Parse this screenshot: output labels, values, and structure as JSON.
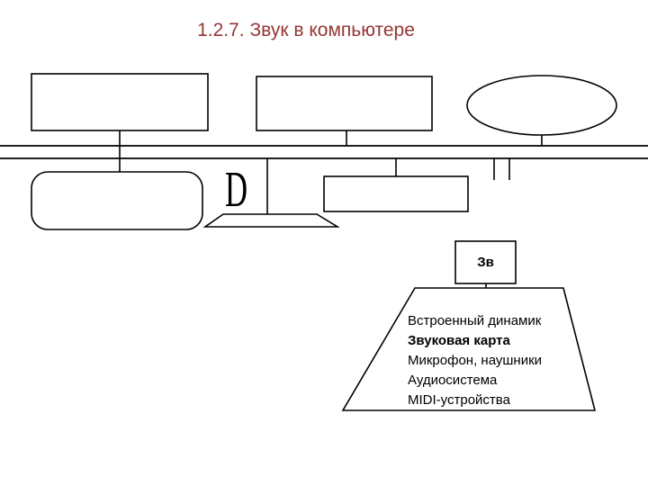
{
  "title": "1.2.7. Звук в компьютере",
  "d_glyph": "D",
  "sound_box": {
    "label": "Зв"
  },
  "devices": {
    "items": [
      {
        "text": "Встроенный динамик",
        "bold": false
      },
      {
        "text": "Звуковая карта",
        "bold": true
      },
      {
        "text": "Микрофон, наушники",
        "bold": false
      },
      {
        "text": "Аудиосистема",
        "bold": false
      },
      {
        "text": "MIDI-устройства",
        "bold": false
      }
    ]
  },
  "colors": {
    "title": "#943634",
    "stroke": "#000000",
    "background": "#ffffff"
  }
}
